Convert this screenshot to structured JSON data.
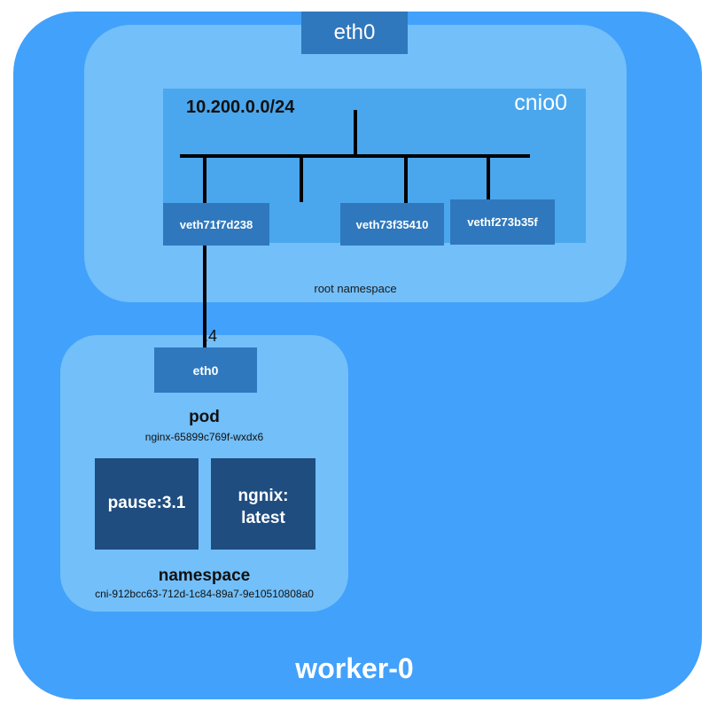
{
  "colors": {
    "worker_bg": "#42a1fa",
    "namespace_bg": "#72bff9",
    "bridge_bg": "#4aa7ee",
    "device_bg": "#2f78bd",
    "container_bg": "#1f4d80",
    "wire": "#000000"
  },
  "worker": {
    "label": "worker-0"
  },
  "host": {
    "eth0_label": "eth0"
  },
  "root_namespace": {
    "label": "root namespace"
  },
  "bridge": {
    "name": "cnio0",
    "cidr": "10.200.0.0/24"
  },
  "veths": [
    {
      "label": "veth71f7d238"
    },
    {
      "label": "veth73f35410"
    },
    {
      "label": "vethf273b35f"
    }
  ],
  "pod": {
    "eth0_label": "eth0",
    "address_suffix": ".4",
    "title": "pod",
    "name": "nginx-65899c769f-wxdx6",
    "containers": [
      {
        "label": "pause:3.1"
      },
      {
        "label": "ngnix:\nlatest"
      }
    ],
    "namespace_title": "namespace",
    "namespace_name": "cni-912bcc63-712d-1c84-89a7-9e10510808a0"
  }
}
